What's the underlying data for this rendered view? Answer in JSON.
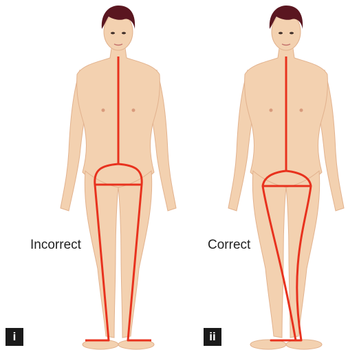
{
  "panels": [
    {
      "label": "Incorrect",
      "badge": "i"
    },
    {
      "label": "Correct",
      "badge": "ii"
    }
  ],
  "colors": {
    "skin": "#f3d1b0",
    "skin_shadow": "#e2b28e",
    "hair": "#5a1620",
    "line": "#e8321e",
    "badge_bg": "#1a1a1a"
  }
}
